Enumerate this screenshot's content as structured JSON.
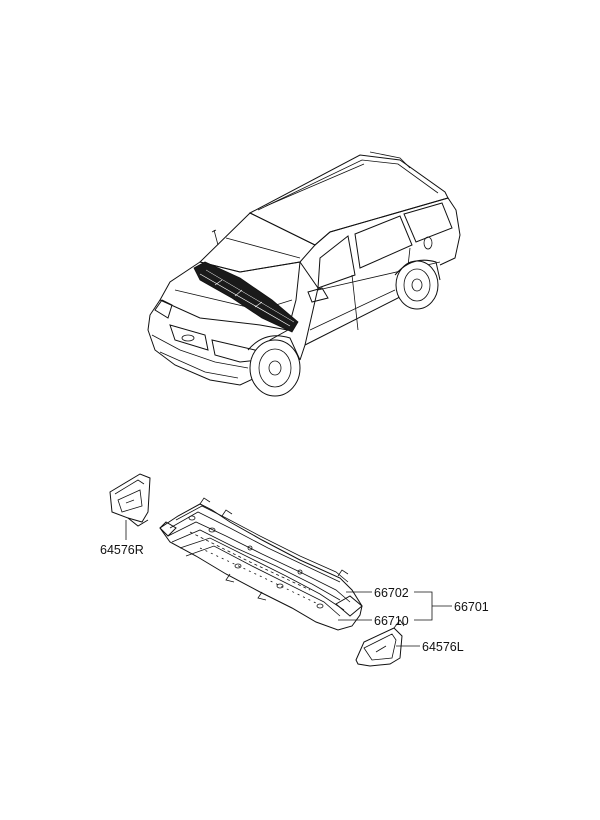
{
  "parts": {
    "cowl_bracket_right": "64576R",
    "cowl_panel_upper": "66702",
    "cowl_panel_lower": "66710",
    "cowl_complete": "66701",
    "cowl_bracket_left": "64576L"
  }
}
